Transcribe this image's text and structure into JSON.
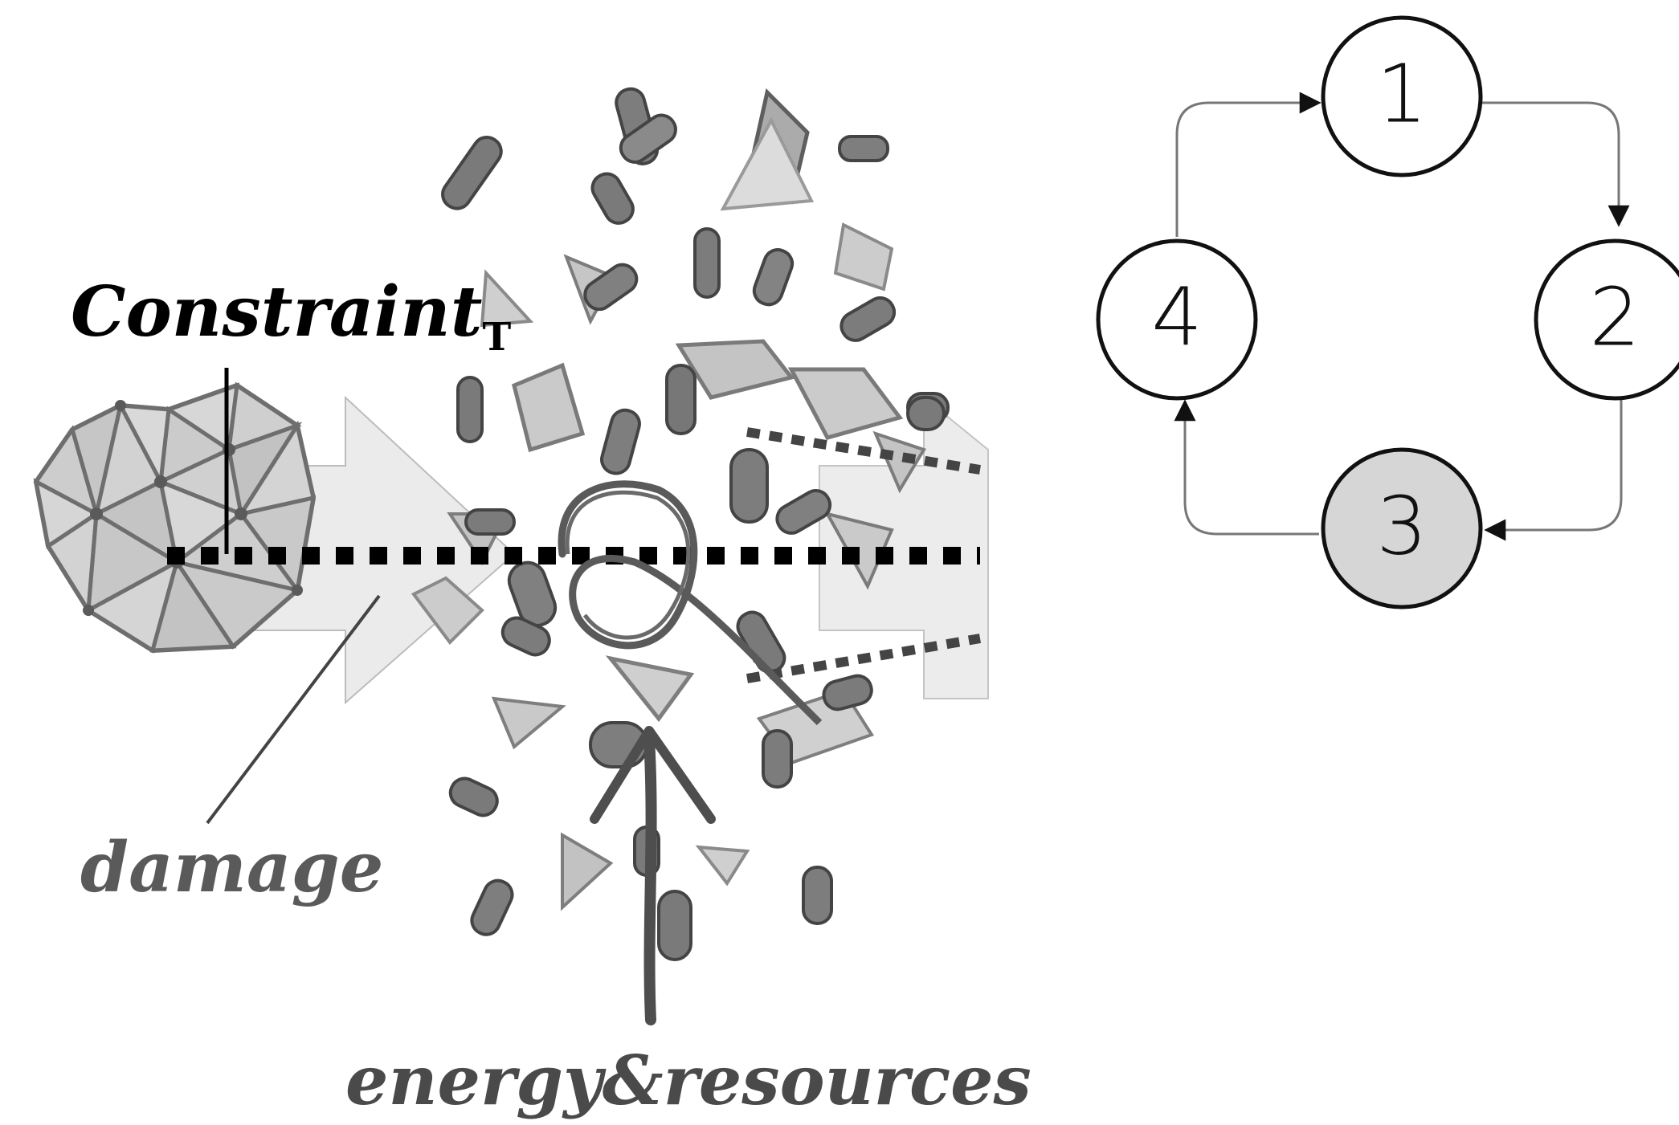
{
  "left_figure": {
    "constraint_label": "Constraint",
    "constraint_subscript": "T",
    "damage_label": "damage",
    "energy_label": "energy&resources"
  },
  "cycle": {
    "nodes": [
      {
        "id": "1",
        "label": "1",
        "highlighted": false
      },
      {
        "id": "2",
        "label": "2",
        "highlighted": false
      },
      {
        "id": "3",
        "label": "3",
        "highlighted": true
      },
      {
        "id": "4",
        "label": "4",
        "highlighted": false
      }
    ],
    "edges": [
      {
        "from": "1",
        "to": "2"
      },
      {
        "from": "2",
        "to": "3"
      },
      {
        "from": "3",
        "to": "4"
      },
      {
        "from": "4",
        "to": "1"
      }
    ],
    "colors": {
      "node_fill": "#ffffff",
      "highlight_fill": "#d6d6d6",
      "stroke": "#111111",
      "edge": "#777777"
    }
  }
}
